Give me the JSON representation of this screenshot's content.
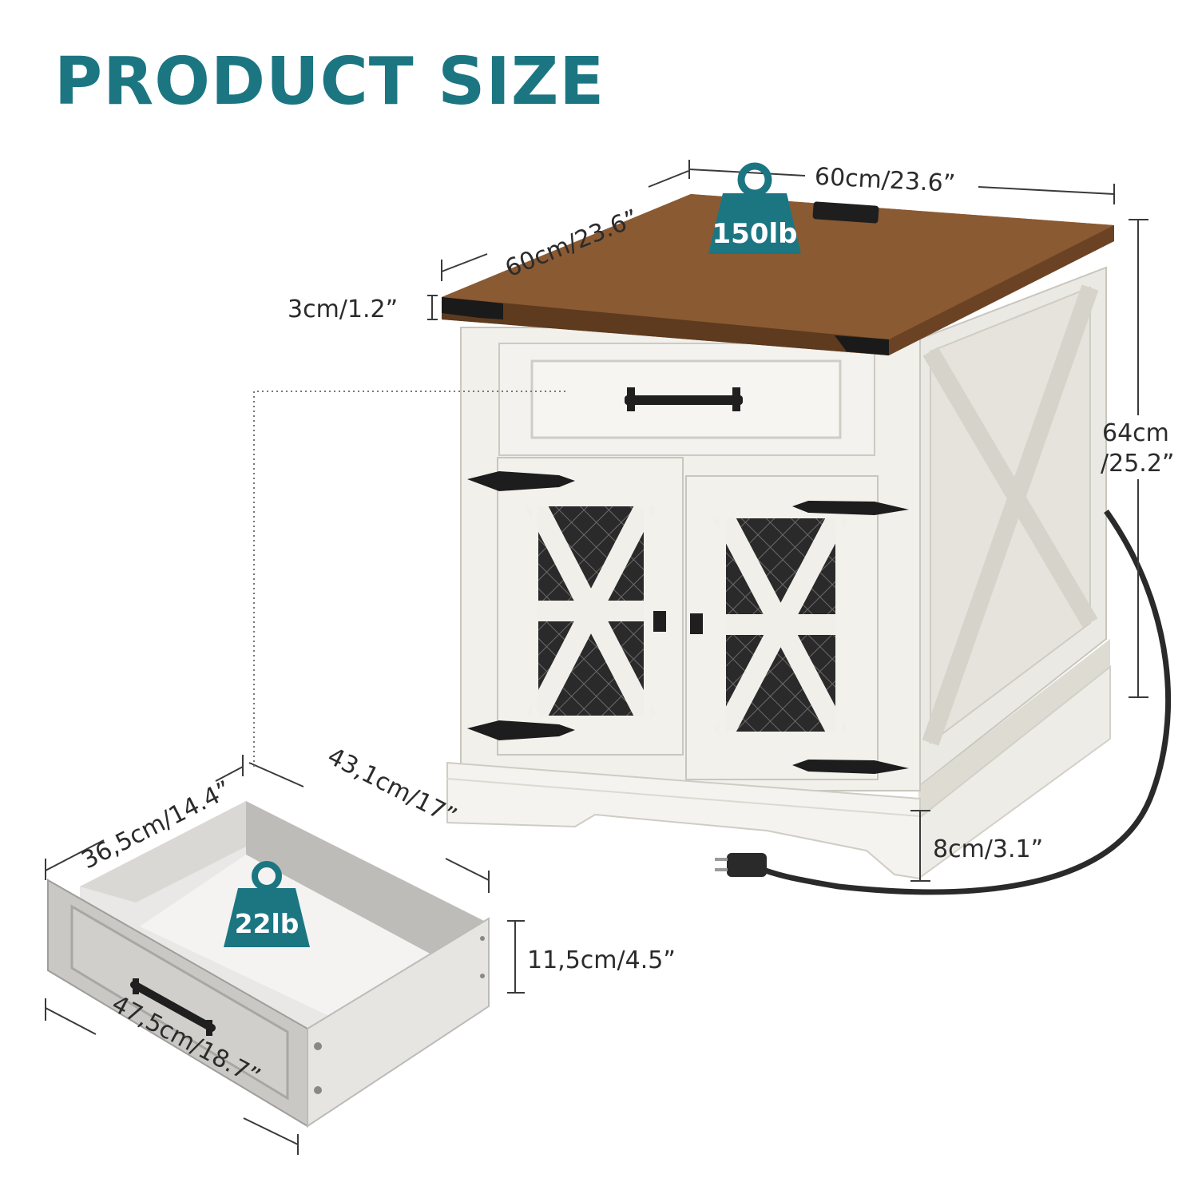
{
  "title": "PRODUCT SIZE",
  "accent_color": "#1b7682",
  "table": {
    "width_label": "60cm/23.6”",
    "depth_label": "60cm/23.6”",
    "top_thickness_label": "3cm/1.2”",
    "height_line1": "64cm",
    "height_line2": "/25.2”",
    "base_height_label": "8cm/3.1”",
    "load_badge": "150lb"
  },
  "drawer": {
    "inner_depth_label": "36,5cm/14.4”",
    "inner_width_label": "43,1cm/17”",
    "height_label": "11,5cm/4.5”",
    "outer_width_label": "47,5cm/18.7”",
    "load_badge": "22lb"
  }
}
